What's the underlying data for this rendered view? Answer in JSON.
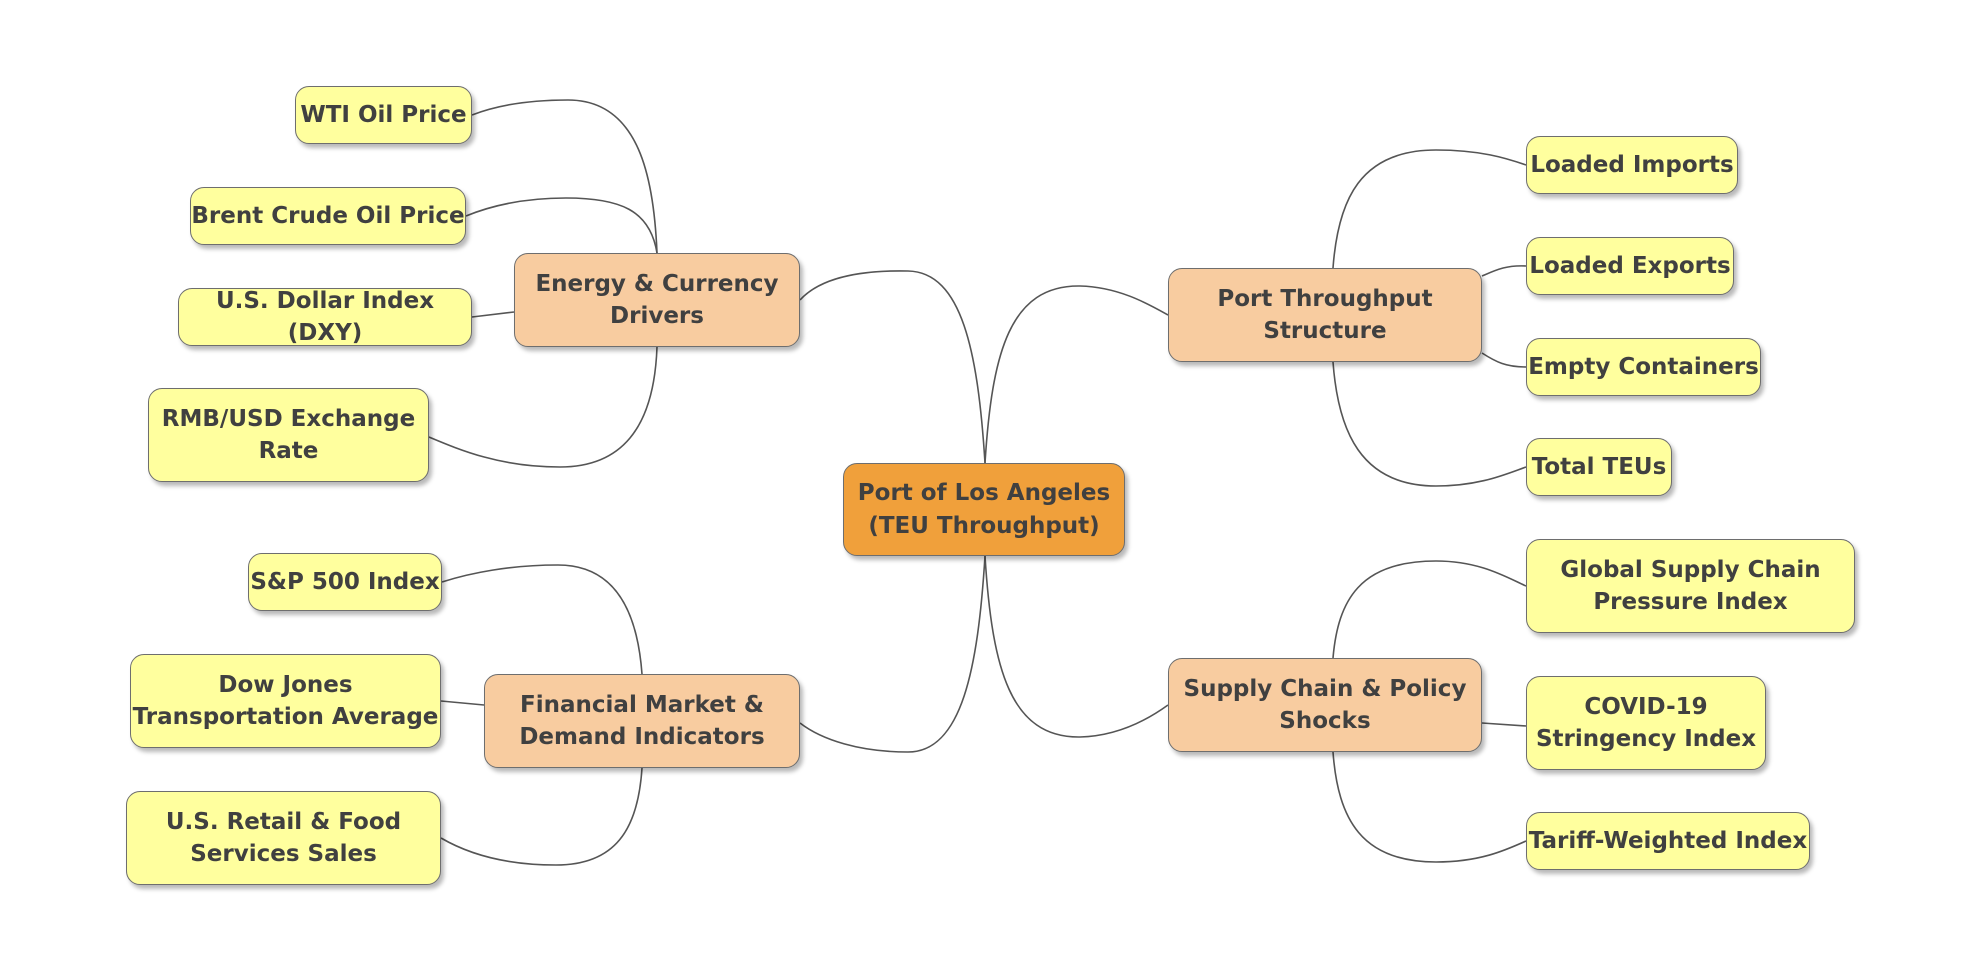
{
  "diagram": {
    "type": "mind-map",
    "colors": {
      "root_fill": "#f0a03b",
      "branch_fill": "#f8cca0",
      "leaf_fill": "#ffff9e",
      "border": "#6e6e6e",
      "text": "#404040",
      "connector": "#555555"
    },
    "root": {
      "label": "Port of Los Angeles\n(TEU Throughput)"
    },
    "branches": {
      "energy": {
        "label": "Energy & Currency\nDrivers",
        "leaves": {
          "wti": "WTI Oil Price",
          "brent": "Brent Crude Oil Price",
          "dxy": "U.S. Dollar Index (DXY)",
          "rmb": "RMB/USD Exchange\nRate"
        }
      },
      "finance": {
        "label": "Financial Market &\nDemand Indicators",
        "leaves": {
          "sp": "S&P 500 Index",
          "dow": "Dow Jones\nTransportation Average",
          "retail": "U.S. Retail & Food\nServices Sales"
        }
      },
      "port": {
        "label": "Port Throughput\nStructure",
        "leaves": {
          "imports": "Loaded Imports",
          "exports": "Loaded Exports",
          "empty": "Empty Containers",
          "teu": "Total TEUs"
        }
      },
      "supply": {
        "label": "Supply Chain & Policy\nShocks",
        "leaves": {
          "gscpi": "Global Supply Chain\nPressure Index",
          "covid": "COVID-19\nStringency Index",
          "tariff": "Tariff-Weighted Index"
        }
      }
    }
  }
}
